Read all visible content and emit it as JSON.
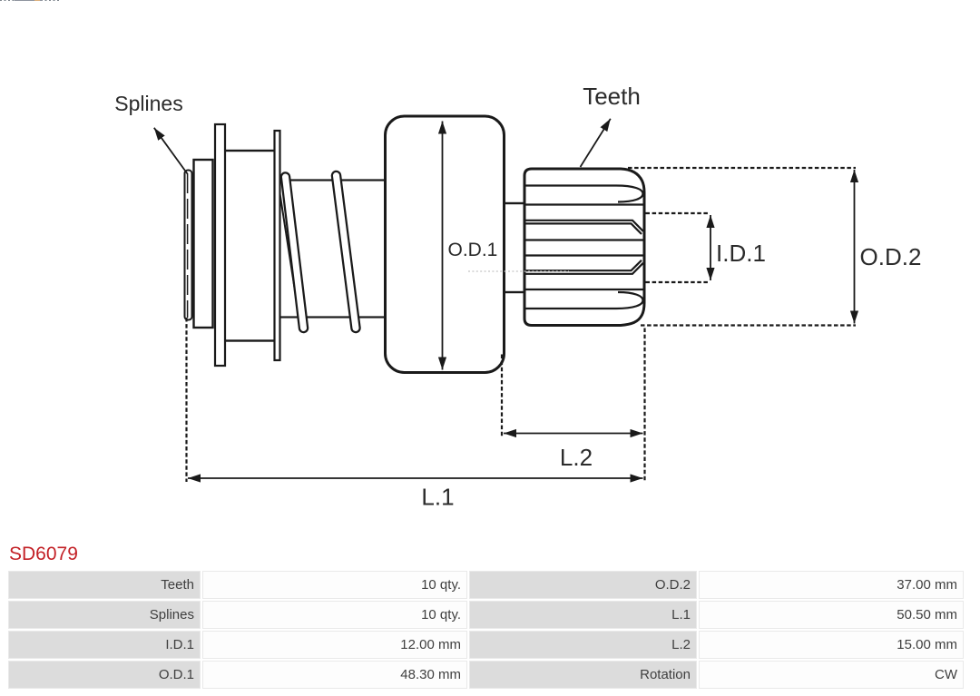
{
  "part": {
    "code": "SD6079"
  },
  "colors": {
    "part_code": "#c32127",
    "drawing_line": "#1a1a1a",
    "table_label_bg": "#dcdcdc",
    "table_value_bg": "#fdfdfd",
    "table_border": "#e9e9e9",
    "table_text": "#3f3f3f"
  },
  "diagram": {
    "labels": {
      "splines": "Splines",
      "teeth": "Teeth",
      "od1": "O.D.1",
      "id1": "I.D.1",
      "od2": "O.D.2",
      "l2": "L.2",
      "l1": "L.1"
    }
  },
  "specs": {
    "rows": [
      {
        "cells": [
          {
            "label": "Teeth",
            "value": "10 qty."
          },
          {
            "label": "O.D.2",
            "value": "37.00 mm"
          }
        ]
      },
      {
        "cells": [
          {
            "label": "Splines",
            "value": "10 qty."
          },
          {
            "label": "L.1",
            "value": "50.50 mm"
          }
        ]
      },
      {
        "cells": [
          {
            "label": "I.D.1",
            "value": "12.00 mm"
          },
          {
            "label": "L.2",
            "value": "15.00 mm"
          }
        ]
      },
      {
        "cells": [
          {
            "label": "O.D.1",
            "value": "48.30 mm"
          },
          {
            "label": "Rotation",
            "value": "CW"
          }
        ]
      }
    ]
  }
}
